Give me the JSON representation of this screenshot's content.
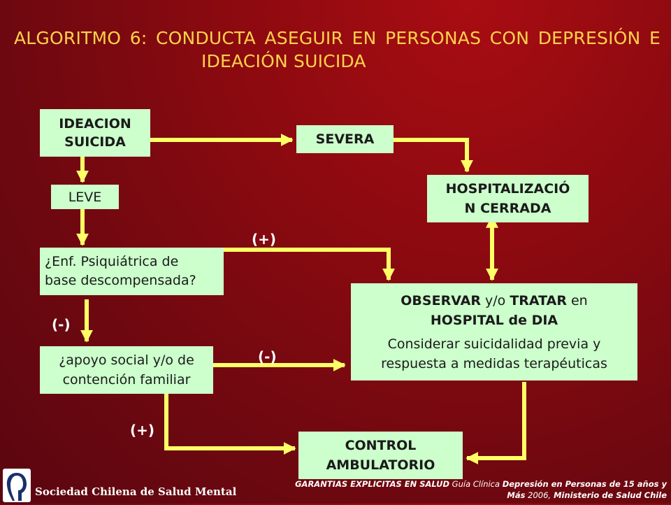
{
  "title": {
    "line1": "ALGORITMO 6: CONDUCTA ASEGUIR EN PERSONAS CON  DEPRESIÓN E",
    "line2": "IDEACIÓN SUICIDA"
  },
  "nodes": {
    "ideacion": {
      "line1": "IDEACION",
      "line2": "SUICIDA"
    },
    "severa": "SEVERA",
    "leve": "LEVE",
    "hospitalizacion": {
      "line1": "HOSPITALIZACIÓ",
      "line2": "N CERRADA"
    },
    "enf": {
      "line1": "¿Enf. Psiquiátrica de",
      "line2": "base descompensada?"
    },
    "observar": {
      "w1": "OBSERVAR",
      "w2": " y/o ",
      "w3": "TRATAR",
      "w4": " en",
      "line2": "HOSPITAL de DIA",
      "line3": "Considerar suicidalidad previa y",
      "line4": "respuesta a medidas terapéuticas"
    },
    "apoyo": {
      "line1": "¿apoyo social y/o de",
      "line2": "contención familiar"
    },
    "control": {
      "line1": "CONTROL",
      "line2": "AMBULATORIO"
    }
  },
  "labels": {
    "plus_top": "(+)",
    "minus_left": "(-)",
    "minus_mid": "(-)",
    "plus_bottom": "(+)"
  },
  "footer": {
    "society": "Sociedad Chilena de Salud Mental",
    "ref_a": "GARANTIAS EXPLICITAS EN SALUD",
    "ref_b": " Guía Clínica ",
    "ref_c": "Depresión en Personas de 15 años y",
    "ref_d": "Más",
    "ref_e": " 2006,",
    "ref_f": "  Ministerio de Salud Chile"
  },
  "colors": {
    "background": "#8c0a10",
    "box_fill": "#ccffcc",
    "arrow": "#ffff66",
    "title": "#ffd24a"
  }
}
